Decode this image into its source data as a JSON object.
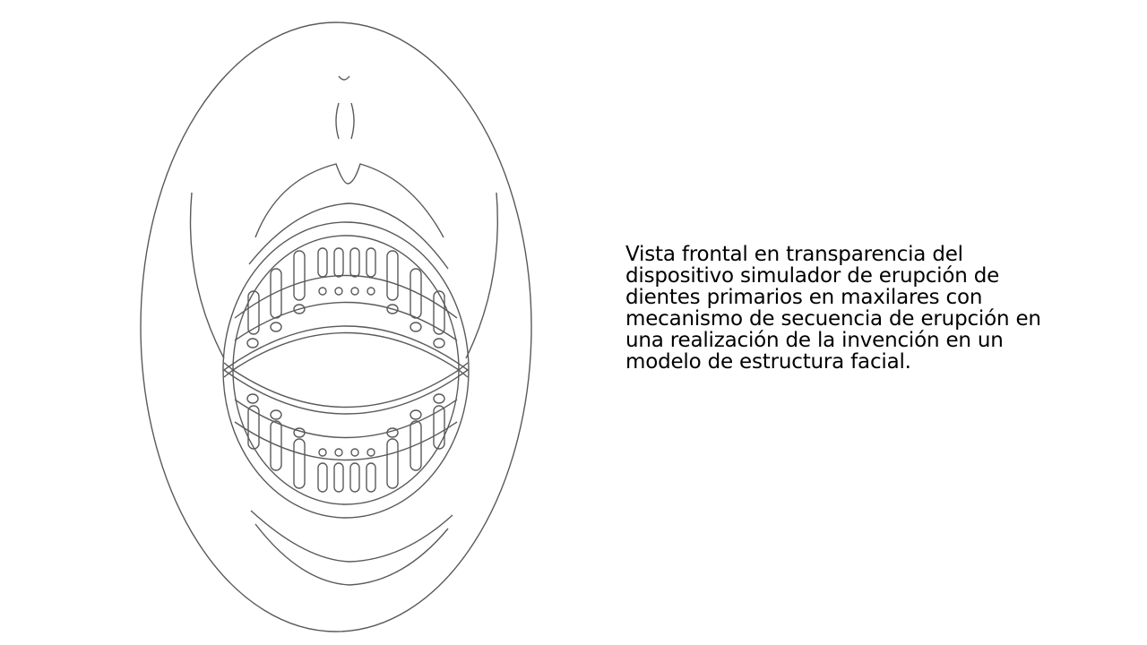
{
  "caption": {
    "lines": [
      "Vista frontal en transparencia del",
      "dispositivo simulador de erupción de",
      "dientes primarios en maxilares con",
      "mecanismo de secuencia de erupción en",
      "una realización de la invención en un",
      "modelo de estructura facial."
    ]
  },
  "colors": {
    "background": "#ffffff",
    "text": "#000000",
    "line_art": "#5a5a5a"
  },
  "figure": {
    "subject": "face-outline-with-jaw-simulator",
    "upper_teeth_count": 10,
    "lower_teeth_count": 10
  }
}
